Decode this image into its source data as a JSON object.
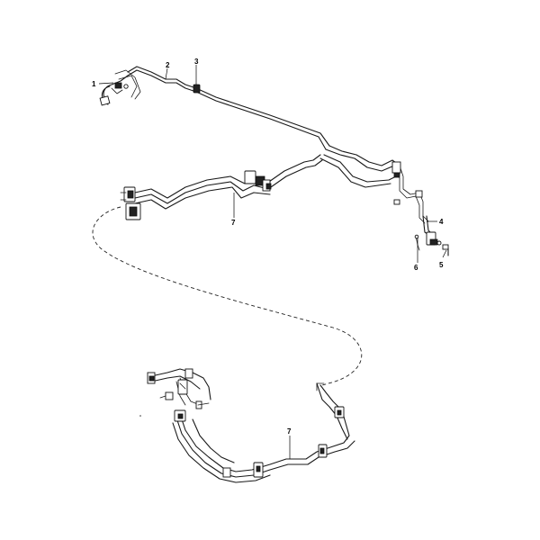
{
  "callouts": {
    "c1": "1",
    "c2": "2",
    "c3": "3",
    "c4": "4",
    "c5": "5",
    "c6": "6",
    "c7_upper": "7",
    "c7_lower": "7"
  }
}
